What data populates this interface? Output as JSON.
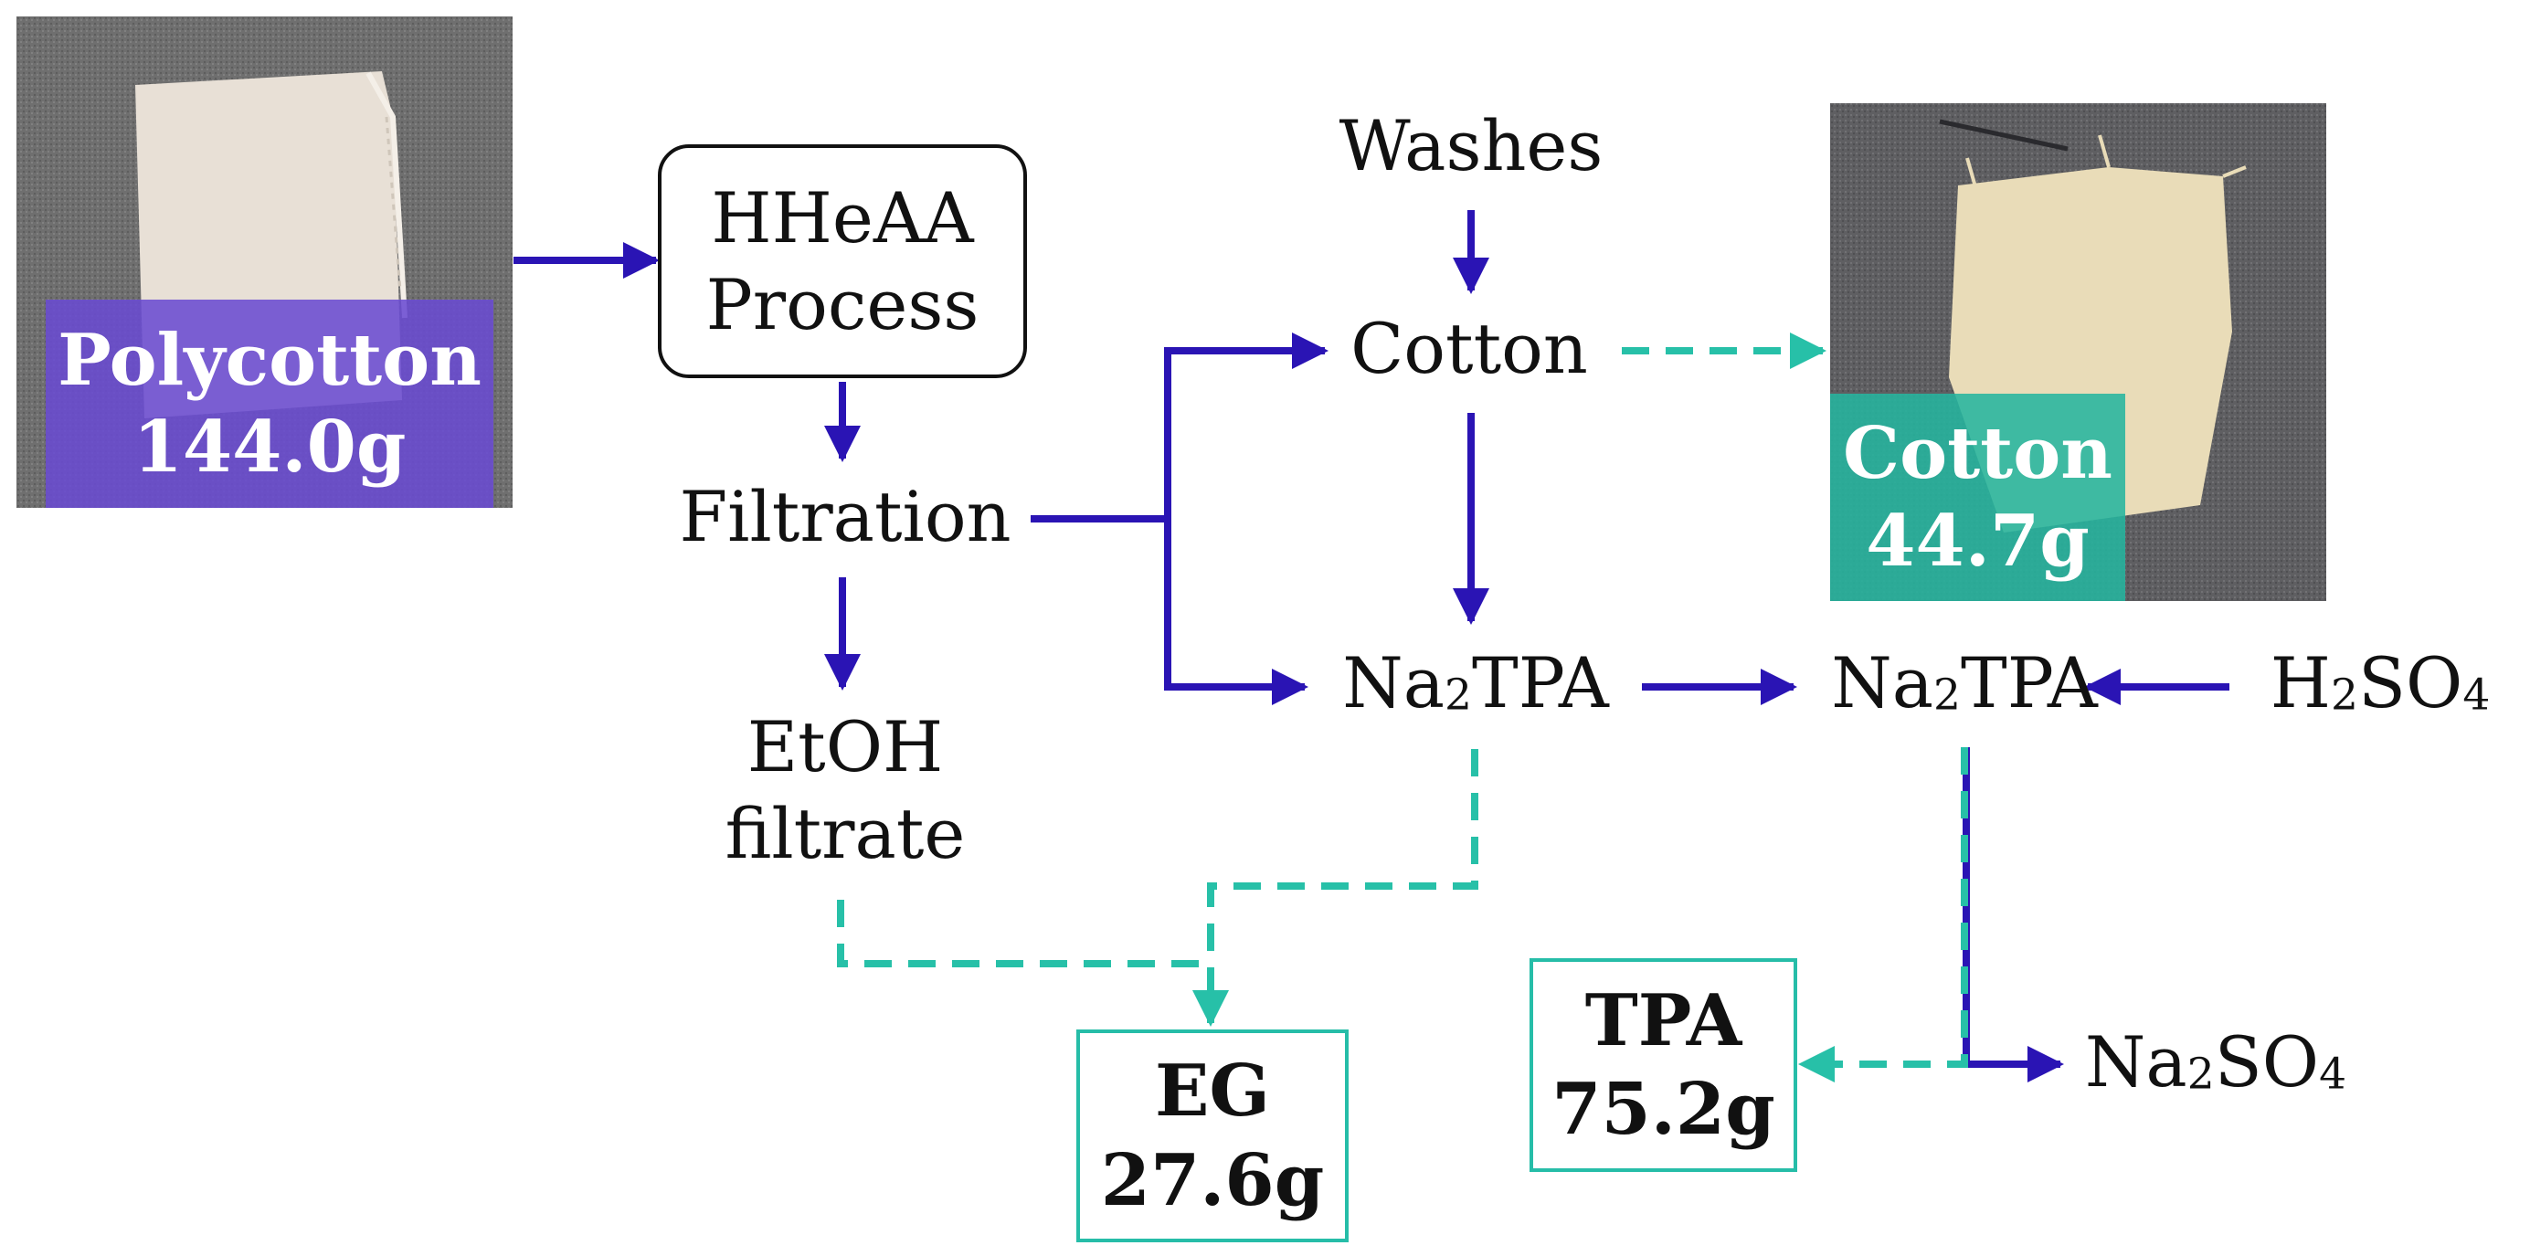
{
  "colors": {
    "process_arrow": "#2a14b4",
    "product_arrow": "#27c0a8",
    "polycotton_tag": "#6a4bd1",
    "cotton_tag": "#25b59e",
    "text": "#111111"
  },
  "inputs": {
    "polycotton": {
      "name": "Polycotton",
      "mass": "144.0g"
    }
  },
  "process": {
    "hheaa_line1": "HHeAA",
    "hheaa_line2": "Process",
    "filtration": "Filtration",
    "etoh_line1": "EtOH",
    "etoh_line2": "filtrate",
    "washes": "Washes",
    "cotton": "Cotton",
    "na2tpa_prefix": "Na",
    "na2tpa_sub": "2",
    "na2tpa_suffix": "TPA",
    "h2so4_prefix": "H",
    "h2so4_sub1": "2",
    "h2so4_mid": "SO",
    "h2so4_sub2": "4",
    "na2so4_prefix": "Na",
    "na2so4_sub1": "2",
    "na2so4_mid": "SO",
    "na2so4_sub2": "4"
  },
  "products": {
    "cotton": {
      "name": "Cotton",
      "mass": "44.7g"
    },
    "eg": {
      "name": "EG",
      "mass": "27.6g"
    },
    "tpa": {
      "name": "TPA",
      "mass": "75.2g"
    }
  },
  "icons": {
    "polycotton_photo": "fabric-swatch-photo",
    "cotton_photo": "fabric-swatch-photo"
  }
}
